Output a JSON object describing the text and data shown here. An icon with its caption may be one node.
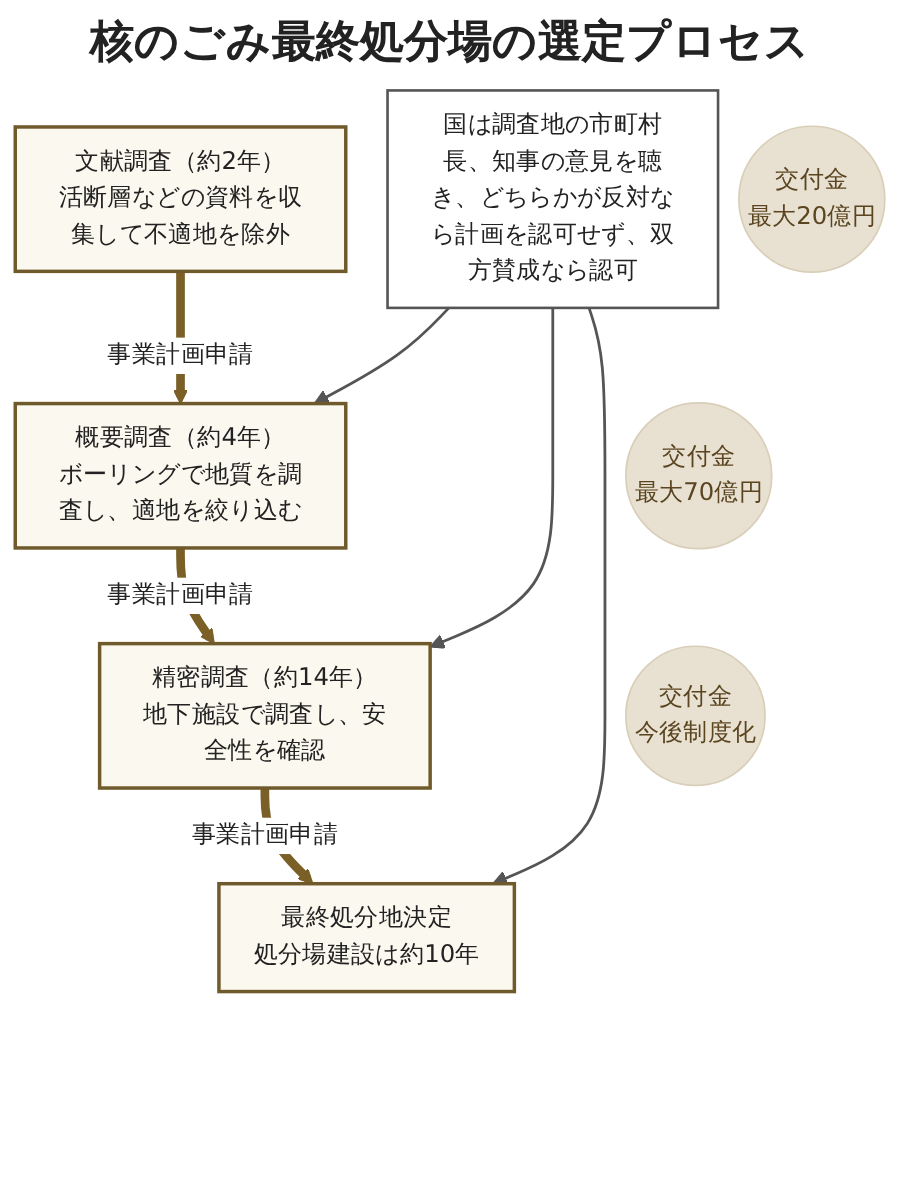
{
  "diagram": {
    "title": "核のごみ最終処分場の選定プロセス",
    "nodes": [
      {
        "text": [
          "国は調査地の市町村長、知事の意見を聴き、どちらかが反対なら計画を認可せず、双方賛成なら認可"
        ]
      },
      {
        "text": [
          "文献調査（約2年）",
          "活断層などの資料を収集して不適地を除外"
        ]
      },
      {
        "text": [
          "交付金",
          "最大20億円"
        ]
      },
      {
        "text": [
          "概要調査（約4年）",
          "ボーリングで地質を調査し、適地を絞り込む"
        ]
      },
      {
        "text": [
          "交付金",
          "最大70億円"
        ]
      },
      {
        "text": [
          "精密調査（約14年）",
          "地下施設で調査し、安全性を確認"
        ]
      },
      {
        "text": [
          "交付金",
          "今後制度化"
        ]
      },
      {
        "text": [
          "最終処分地決定",
          "処分場建設は約10年"
        ]
      }
    ],
    "edges": [
      {
        "from": 1,
        "to": 3,
        "arrow": "to",
        "label": "事業計画申請",
        "style": "thick",
        "color": "#7a5f26"
      },
      {
        "from": 0,
        "to": 3,
        "arrow": "to"
      },
      {
        "from": 3,
        "to": 5,
        "arrow": "to",
        "label": "事業計画申請",
        "style": "thick",
        "color": "#7a5f26"
      },
      {
        "from": 0,
        "to": 5,
        "arrow": "to"
      },
      {
        "from": 5,
        "to": 7,
        "arrow": "to",
        "label": "事業計画申請",
        "style": "thick",
        "color": "#7a5f26"
      },
      {
        "from": 0,
        "to": 7,
        "arrow": "to"
      }
    ]
  }
}
